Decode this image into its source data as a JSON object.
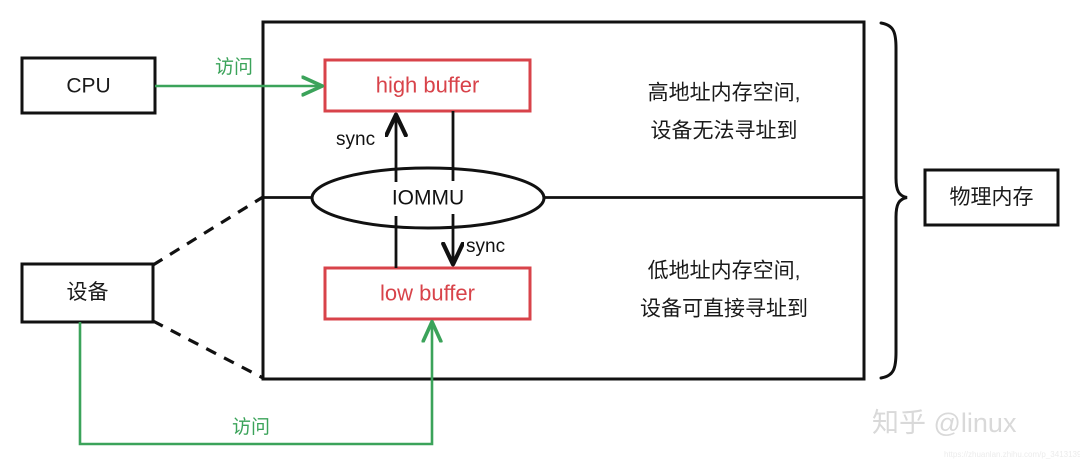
{
  "diagram": {
    "title": "IOMMU bounce buffer memory diagram",
    "colors": {
      "black": "#111111",
      "red": "#d8434a",
      "green": "#3ba35a",
      "watermark": "#d9d9d9",
      "background": "#ffffff"
    },
    "nodes": {
      "cpu": {
        "label": "CPU"
      },
      "device": {
        "label": "设备"
      },
      "high_buffer": {
        "label": "high buffer"
      },
      "low_buffer": {
        "label": "low buffer"
      },
      "iommu": {
        "label": "IOMMU"
      },
      "physical_memory": {
        "label": "物理内存"
      }
    },
    "regions": {
      "high": {
        "line1": "高地址内存空间,",
        "line2": "设备无法寻址到"
      },
      "low": {
        "line1": "低地址内存空间,",
        "line2": "设备可直接寻址到"
      }
    },
    "edges": {
      "cpu_access": {
        "label": "访问"
      },
      "device_access": {
        "label": "访问"
      },
      "sync_up": {
        "label": "sync"
      },
      "sync_down": {
        "label": "sync"
      }
    },
    "watermark": {
      "text": "知乎 @linux",
      "url": "https://zhuanlan.zhihu.com/p_34131399"
    }
  }
}
